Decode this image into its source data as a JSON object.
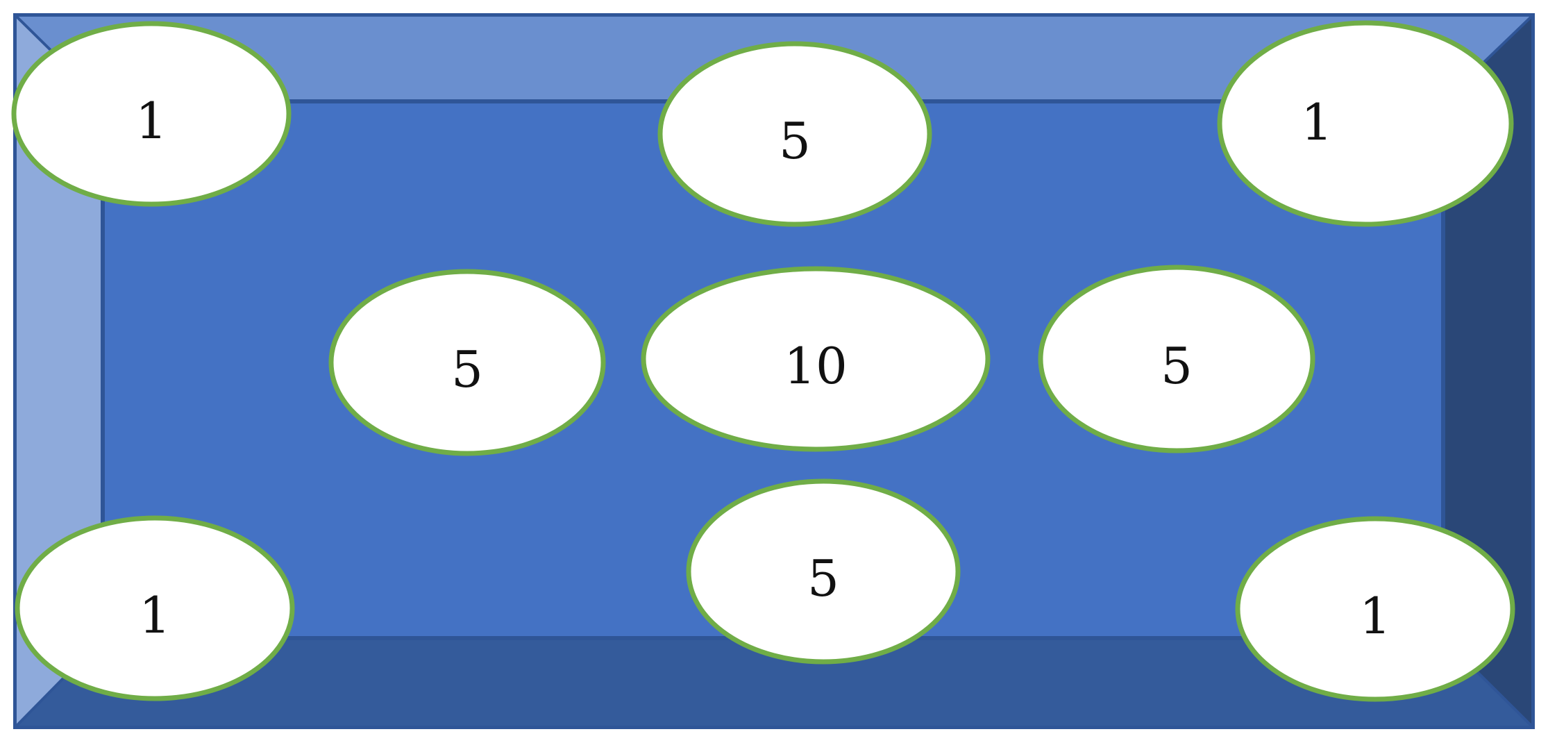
{
  "colors": {
    "frame_outline": "#2f5597",
    "bevel_top": "#6a8fcf",
    "bevel_left": "#8eaadb",
    "bevel_right": "#2a4777",
    "bevel_bottom": "#345b9b",
    "center_panel": "#4472c4",
    "ellipse_fill": "#ffffff",
    "ellipse_border": "#70ad47"
  },
  "ellipses": [
    {
      "id": "top-left",
      "value": "1"
    },
    {
      "id": "top-center",
      "value": "5"
    },
    {
      "id": "top-right",
      "value": "1"
    },
    {
      "id": "middle-left",
      "value": "5"
    },
    {
      "id": "center",
      "value": "10"
    },
    {
      "id": "middle-right",
      "value": "5"
    },
    {
      "id": "bottom-left",
      "value": "1"
    },
    {
      "id": "bottom-center",
      "value": "5"
    },
    {
      "id": "bottom-right",
      "value": "1"
    }
  ]
}
